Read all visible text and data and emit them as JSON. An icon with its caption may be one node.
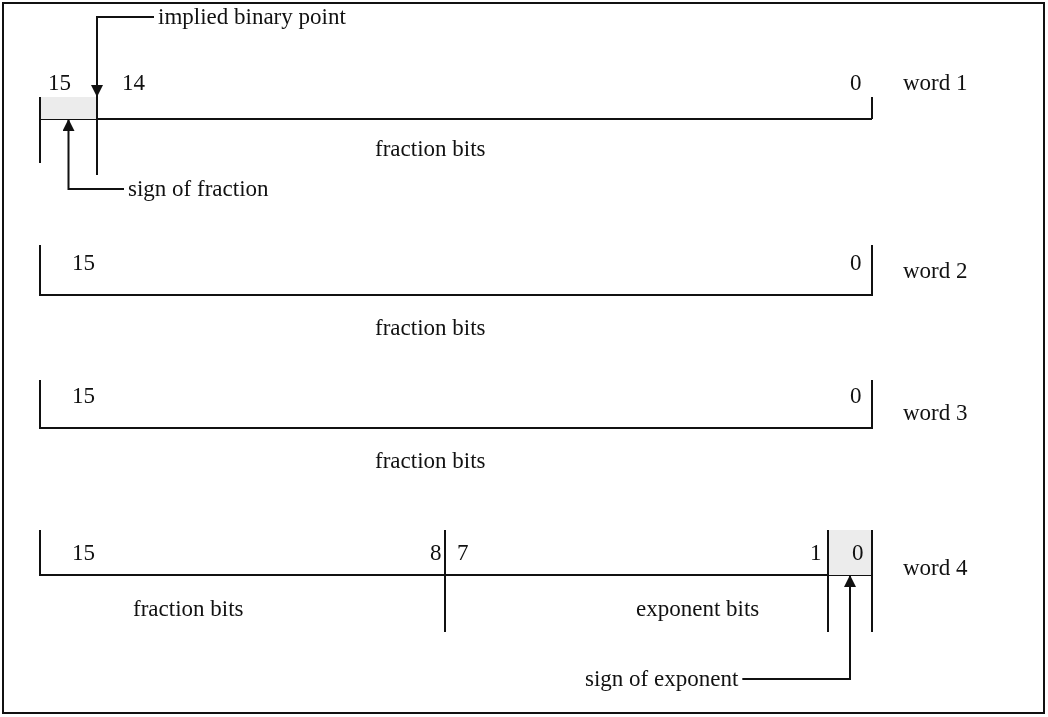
{
  "diagram": {
    "nodes": [
      {
        "text": [
          "implied binary point"
        ]
      },
      {
        "text": [],
        "shape": "bar"
      },
      {
        "text": [],
        "shape": "box"
      },
      {
        "text": [
          "sign of fraction"
        ]
      },
      {
        "text": [],
        "shape": "box"
      },
      {
        "text": [
          "sign of exponent"
        ]
      }
    ],
    "edges": [
      {
        "from": 0,
        "to": 1,
        "arrow": "to"
      },
      {
        "from": 3,
        "to": 2,
        "arrow": "to"
      },
      {
        "from": 5,
        "to": 4,
        "arrow": "to"
      }
    ],
    "labels": [
      "15",
      "14",
      "0",
      "word 1",
      "fraction bits",
      "15",
      "0",
      "word 2",
      "fraction bits",
      "15",
      "0",
      "word 3",
      "fraction bits",
      "15",
      "8",
      "7",
      "1",
      "0",
      "word 4",
      "fraction bits",
      "exponent bits"
    ]
  }
}
